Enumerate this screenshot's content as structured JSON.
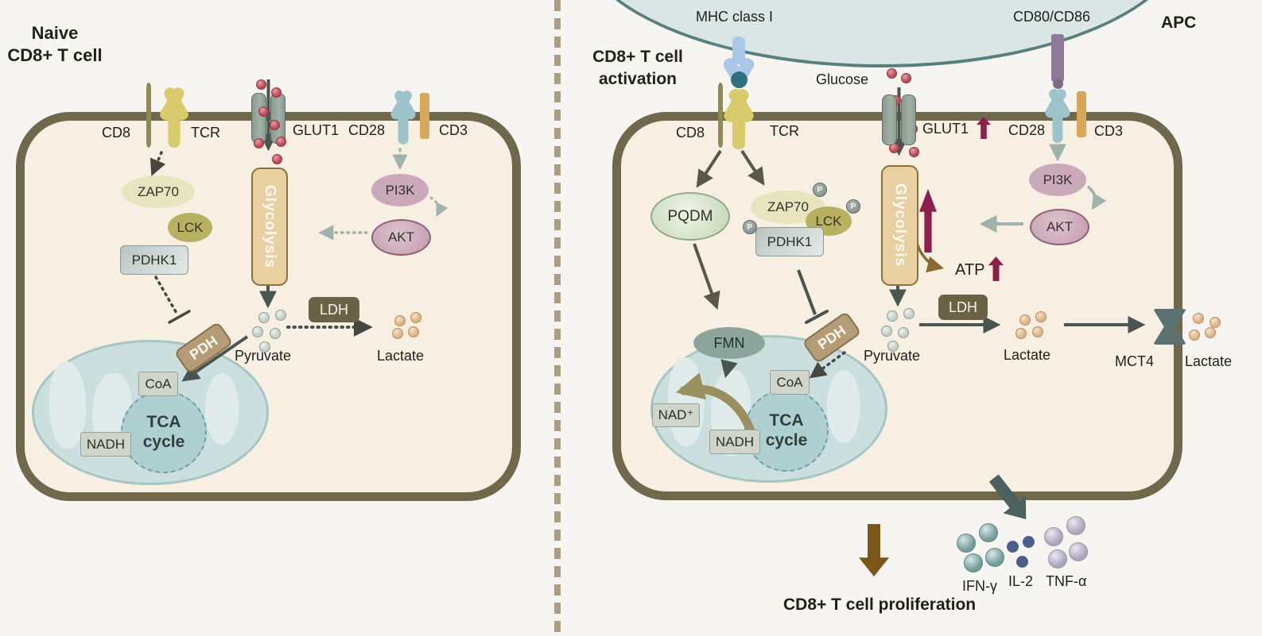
{
  "panels": {
    "left": {
      "title1": "Naive",
      "title2": "CD8+ T cell",
      "cd8": "CD8",
      "tcr": "TCR",
      "glut1": "GLUT1",
      "cd28": "CD28",
      "cd3": "CD3",
      "zap70": "ZAP70",
      "lck": "LCK",
      "pdhk1": "PDHK1",
      "glycolysis": "Glycolysis",
      "pi3k": "PI3K",
      "akt": "AKT",
      "ldh": "LDH",
      "pdh": "PDH",
      "pyruvate": "Pyruvate",
      "lactate": "Lactate",
      "coa": "CoA",
      "nadh": "NADH",
      "tca1": "TCA",
      "tca2": "cycle"
    },
    "right": {
      "title1": "CD8+ T cell",
      "title2": "activation",
      "mhc": "MHC class I",
      "cd80": "CD80/CD86",
      "apc": "APC",
      "glucose": "Glucose",
      "cd8": "CD8",
      "tcr": "TCR",
      "glut1": "GLUT1",
      "cd28": "CD28",
      "cd3": "CD3",
      "pqdm": "PQDM",
      "zap70": "ZAP70",
      "lck": "LCK",
      "pdhk1": "PDHK1",
      "glycolysis": "Glycolysis",
      "pi3k": "PI3K",
      "akt": "AKT",
      "atp": "ATP",
      "ldh": "LDH",
      "pdh": "PDH",
      "pyruvate": "Pyruvate",
      "lactate_in": "Lactate",
      "mct4": "MCT4",
      "lactate_out": "Lactate",
      "fmn": "FMN",
      "coa": "CoA",
      "nad": "NAD⁺",
      "nadh": "NADH",
      "tca1": "TCA",
      "tca2": "cycle",
      "ifng": "IFN-γ",
      "il2": "IL-2",
      "tnfa": "TNF-α",
      "proliferation": "CD8+ T cell proliferation",
      "phos": "P"
    },
    "colors": {
      "membrane": "#6f684a",
      "cell_fill": "#f6efe2",
      "apc_fill": "#d9e6e3",
      "apc_border": "#57807d",
      "upregulated_arrow": "#8e1f4b",
      "proliferation_arrow": "#7a5617",
      "secretion_arrow": "#4a615e",
      "tcr_yellow": "#d7cb6b",
      "mhc_blue": "#a9c7e9",
      "cd28_teal": "#9dc4ca",
      "cd3_orange": "#d8a757",
      "glucose_red": "#bd4a55"
    }
  }
}
